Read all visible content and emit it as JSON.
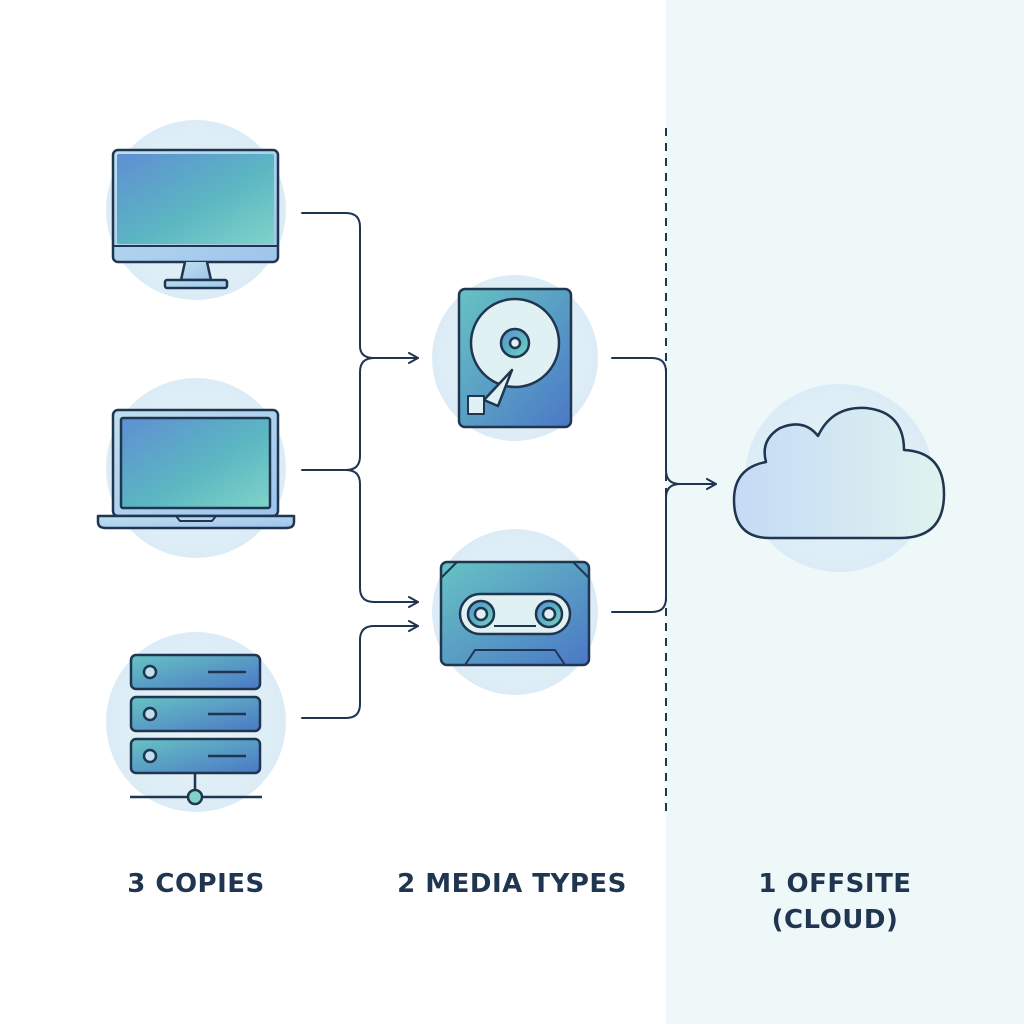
{
  "labels": {
    "copies": "3 COPIES",
    "media_types": "2 MEDIA TYPES",
    "offsite_line1": "1 OFFSITE",
    "offsite_line2": "(CLOUD)"
  },
  "colors": {
    "stroke": "#1f3550",
    "offsite_panel": "#eef8f8",
    "halo": "#e2f2f4",
    "gradient_light": "#7fd3c8",
    "gradient_dark": "#4b78c6"
  },
  "icons": {
    "sources": [
      "desktop-monitor-icon",
      "laptop-icon",
      "server-rack-icon"
    ],
    "media": [
      "hard-drive-icon",
      "tape-cassette-icon"
    ],
    "offsite": "cloud-icon"
  }
}
